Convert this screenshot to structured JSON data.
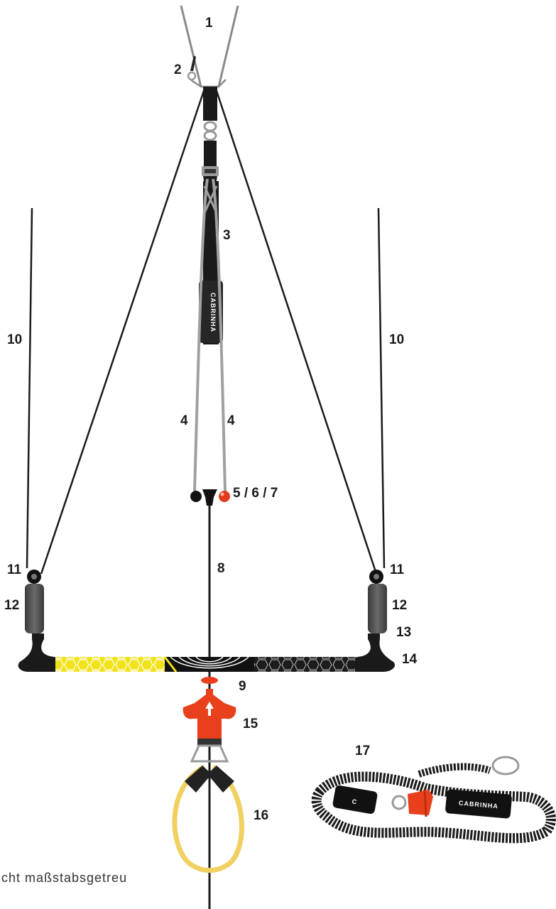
{
  "labels": {
    "n1": "1",
    "n2": "2",
    "n3": "3",
    "n4_left": "4",
    "n4_right": "4",
    "n5_6_7": "5 / 6 / 7",
    "n8": "8",
    "n9": "9",
    "n10_left": "10",
    "n10_right": "10",
    "n11_left": "11",
    "n11_right": "11",
    "n12_left": "12",
    "n12_right": "12",
    "n13": "13",
    "n14": "14",
    "n15": "15",
    "n16": "16",
    "n17": "17"
  },
  "footnote": "cht maßstabsgetreu",
  "leash_brand": "CABRINHA",
  "colors": {
    "line_dark": "#1a1a1a",
    "line_grey": "#9a9a9a",
    "bar_yellow": "#f2e21a",
    "bar_black": "#1c1c1c",
    "release_red": "#e8401c",
    "loop_yellow": "#f0d060",
    "float_grey": "#555555"
  },
  "icons": {
    "chicken_loop": "chicken-loop-icon",
    "safety_leash": "safety-leash-icon",
    "quick_release": "quick-release-icon"
  }
}
